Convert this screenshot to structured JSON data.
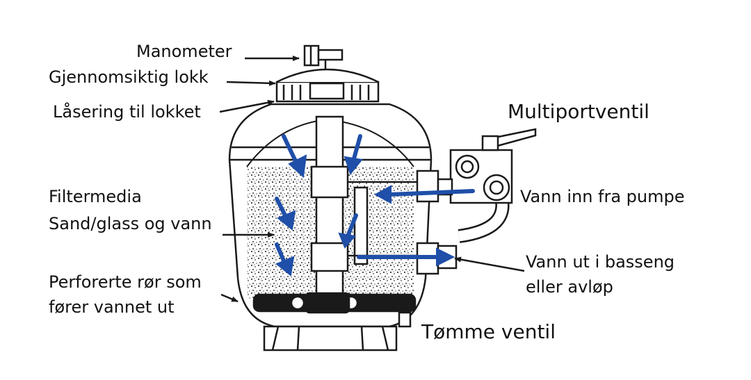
{
  "colors": {
    "line": "#1a1a1a",
    "flow_arrow": "#1f4fa8",
    "background": "#ffffff"
  },
  "labels": {
    "manometer": "Manometer",
    "transparent_lid": "Gjennomsiktig lokk",
    "lid_lock_ring": "Låsering til lokket",
    "multiport_valve": "Multiportventil",
    "filter_media_line1": "Filtermedia",
    "filter_media_line2": "Sand/glass og vann",
    "water_in": "Vann inn fra pumpe",
    "water_out_line1": "Vann ut i basseng",
    "water_out_line2": "eller avløp",
    "perforated_pipes_line1": "Perforerte rør som",
    "perforated_pipes_line2": "fører vannet ut",
    "drain_valve": "Tømme ventil"
  }
}
